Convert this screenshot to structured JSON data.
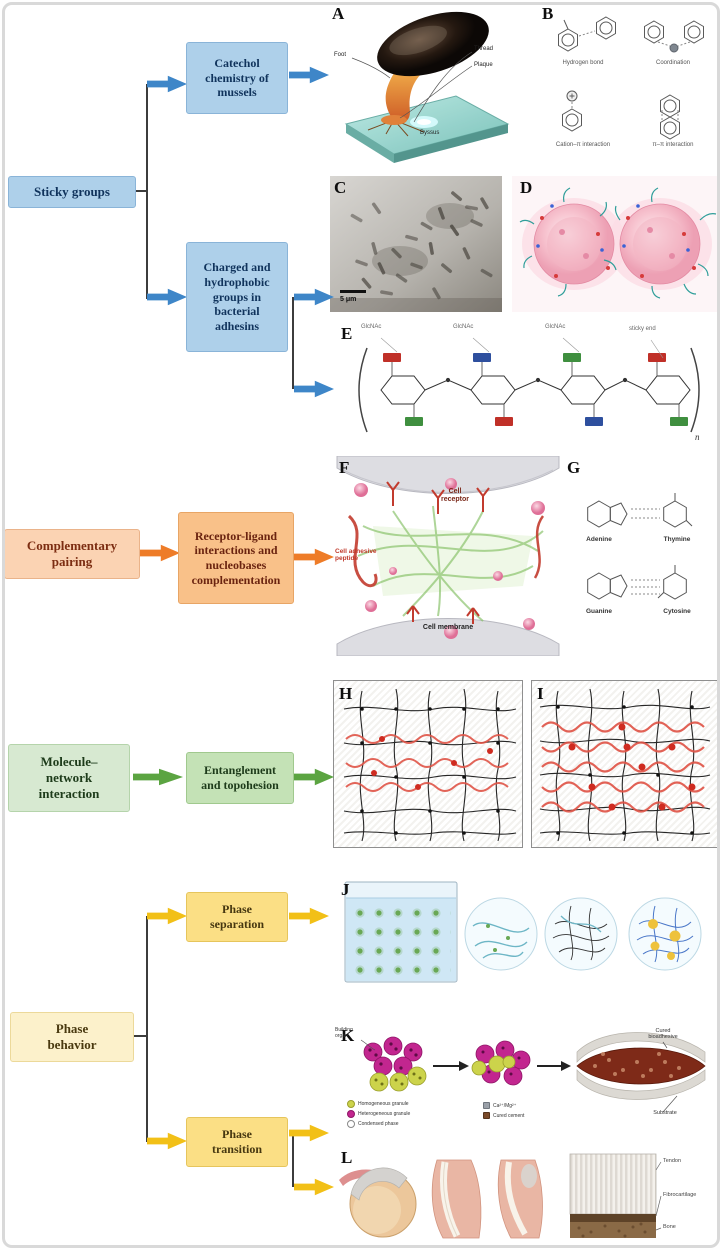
{
  "colors": {
    "blue_box": "#aed0ea",
    "blue_arrow": "#3e86c8",
    "orange_box_left": "#fbd3b3",
    "orange_box_mid": "#f9c189",
    "orange_arrow": "#ee7c28",
    "green_box_left": "#d7e9d1",
    "green_box_mid": "#c4e2b6",
    "green_arrow": "#5ba441",
    "yellow_box_left": "#fcf1cb",
    "yellow_box_mid": "#fbdf85",
    "yellow_arrow": "#f2c017"
  },
  "categories": [
    {
      "label": "Sticky groups"
    },
    {
      "label": "Complementary\npairing"
    },
    {
      "label": "Molecule–\nnetwork\ninteraction"
    },
    {
      "label": "Phase\nbehavior"
    }
  ],
  "mechanisms": [
    {
      "label": "Catechol\nchemistry of\nmussels"
    },
    {
      "label": "Charged and\nhydrophobic\ngroups in\nbacterial\nadhesins"
    },
    {
      "label": "Receptor-ligand\ninteractions and\nnucleobases\ncomplementation"
    },
    {
      "label": "Entanglement\nand topohesion"
    },
    {
      "label": "Phase\nseparation"
    },
    {
      "label": "Phase\ntransition"
    }
  ],
  "panels": {
    "a": {
      "letter": "A",
      "labels": {
        "foot": "Foot",
        "thread": "Thread",
        "plaque": "Plaque",
        "byssus": "Byssus"
      }
    },
    "b": {
      "letter": "B",
      "captions": [
        "Hydrogen bond",
        "Coordination",
        "Cation–π interaction",
        "π–π interaction"
      ]
    },
    "c": {
      "letter": "C",
      "scale_bar": "5 μm"
    },
    "d": {
      "letter": "D"
    },
    "e": {
      "letter": "E",
      "labels": {
        "sugar": "GlcNAc",
        "sticky": "sticky end",
        "subscript": "n"
      }
    },
    "f": {
      "letter": "F",
      "labels": {
        "receptor": "Cell\nreceptor",
        "peptide": "Cell adhesive\npeptide",
        "membrane": "Cell membrane"
      }
    },
    "g": {
      "letter": "G",
      "labels": [
        "Adenine",
        "Thymine",
        "Guanine",
        "Cytosine"
      ]
    },
    "h": {
      "letter": "H"
    },
    "i": {
      "letter": "I"
    },
    "j": {
      "letter": "J"
    },
    "k": {
      "letter": "K",
      "labels": {
        "organ": "Building\norgan",
        "cured": "Cured\nbioadhesive",
        "substrate": "Substrate"
      },
      "legend": [
        {
          "label": "Homogeneous granule"
        },
        {
          "label": "Heterogeneous granule"
        },
        {
          "label": "Condensed phase"
        },
        {
          "label": "Ca²⁺/Mg²⁺"
        },
        {
          "label": "Cured cement"
        }
      ]
    },
    "l": {
      "letter": "L",
      "labels": [
        "Tendon",
        "Fibrocartilage",
        "Bone"
      ]
    }
  }
}
